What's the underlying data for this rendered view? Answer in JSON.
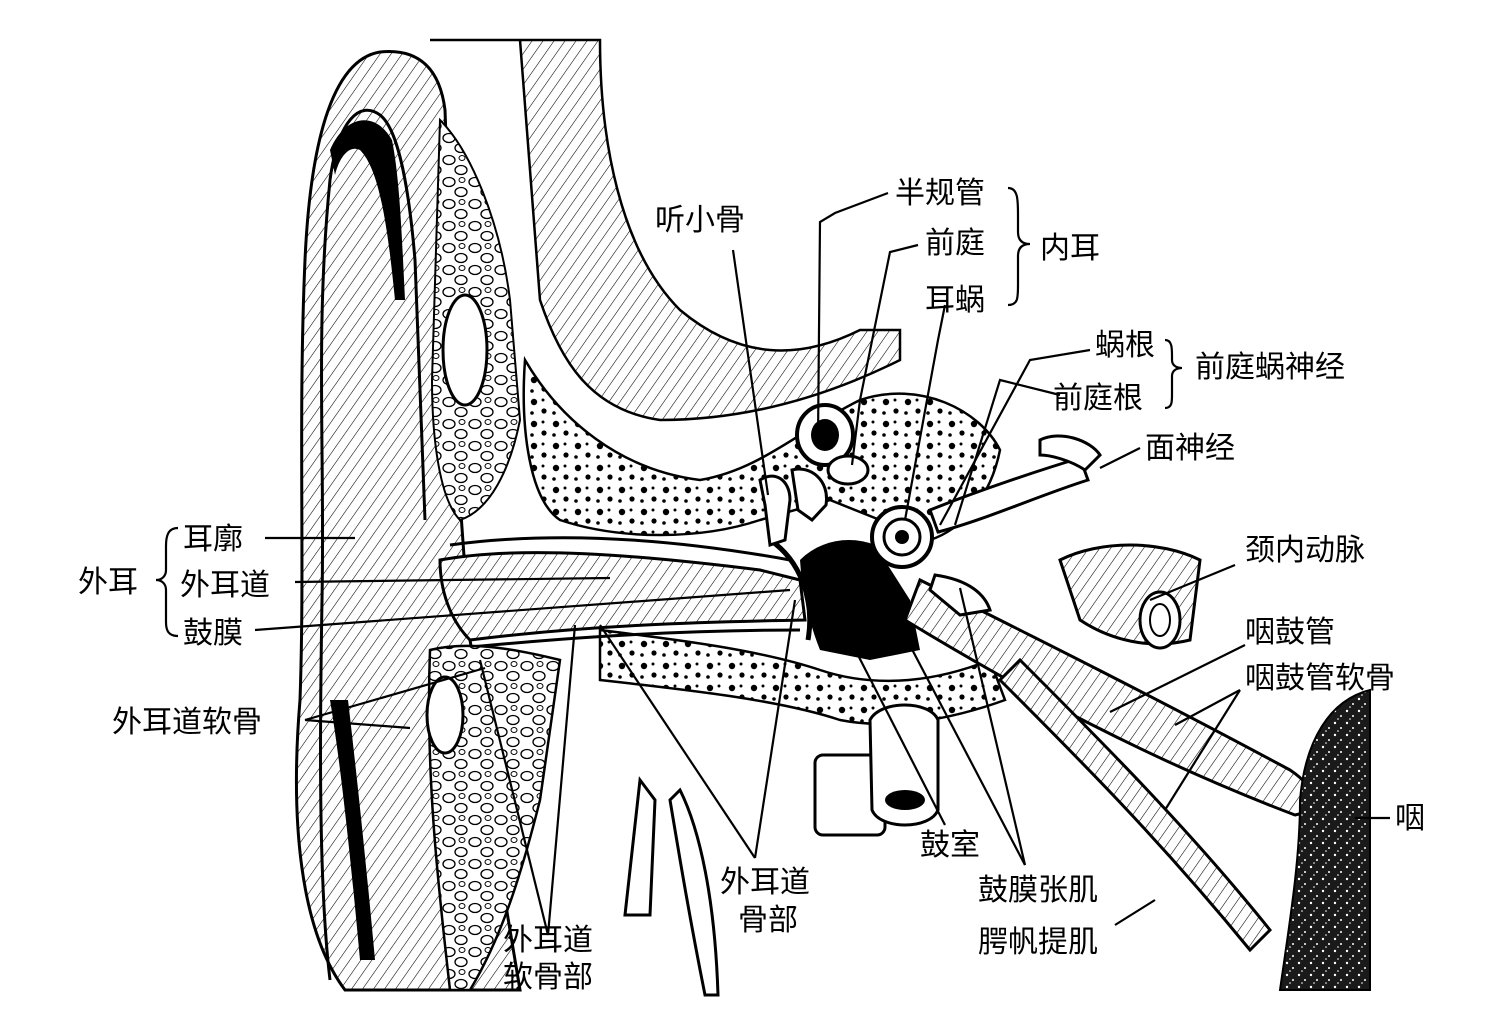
{
  "labels": {
    "semicircular_canals": "半规管",
    "vestibule": "前庭",
    "cochlea": "耳蜗",
    "inner_ear": "内耳",
    "ossicles": "听小骨",
    "cochlear_root": "蜗根",
    "vestibular_root": "前庭根",
    "vestibulocochlear_nerve": "前庭蜗神经",
    "facial_nerve": "面神经",
    "auricle": "耳廓",
    "external_canal": "外耳道",
    "eardrum": "鼓膜",
    "external_ear": "外耳",
    "internal_carotid": "颈内动脉",
    "eustachian_tube": "咽鼓管",
    "eustachian_cartilage": "咽鼓管软骨",
    "canal_cartilage": "外耳道软骨",
    "pharynx": "咽",
    "tympanic_cavity": "鼓室",
    "tensor_tympani": "鼓膜张肌",
    "levator_veli_palatini": "腭帆提肌",
    "bony_part_line1": "外耳道",
    "bony_part_line2": "骨部",
    "cartilaginous_part_line1": "外耳道",
    "cartilaginous_part_line2": "软骨部"
  }
}
